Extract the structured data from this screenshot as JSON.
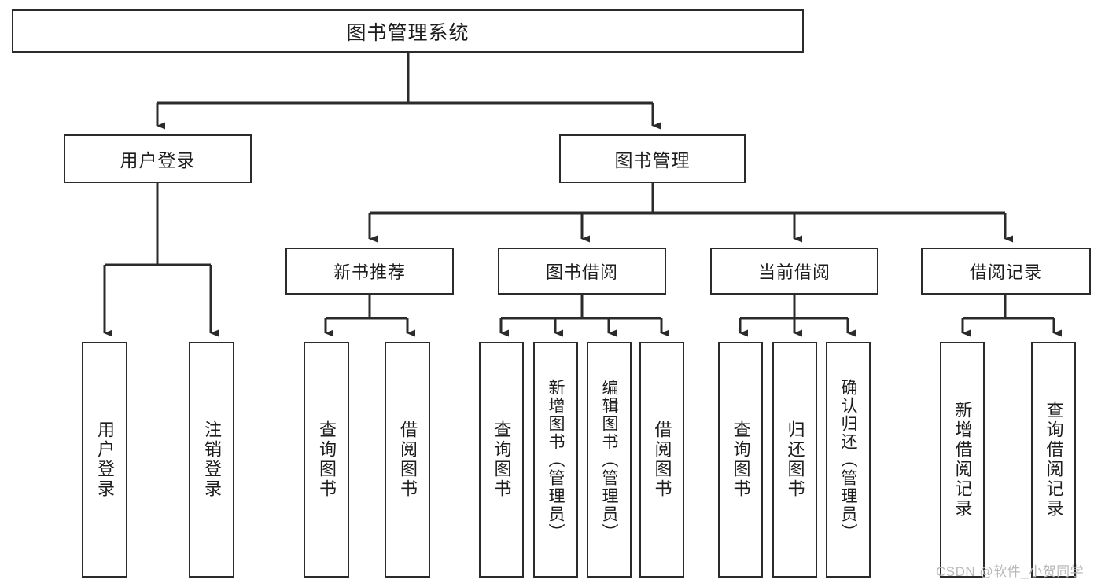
{
  "diagram": {
    "title": "图书管理系统",
    "type": "hierarchy-tree",
    "root": {
      "id": "root",
      "label": "图书管理系统"
    },
    "level2": [
      {
        "id": "user-login",
        "label": "用户登录"
      },
      {
        "id": "book-management",
        "label": "图书管理"
      }
    ],
    "level3": [
      {
        "id": "new-book-recommend",
        "label": "新书推荐",
        "parent": "book-management"
      },
      {
        "id": "book-borrow",
        "label": "图书借阅",
        "parent": "book-management"
      },
      {
        "id": "current-borrow",
        "label": "当前借阅",
        "parent": "book-management"
      },
      {
        "id": "borrow-record",
        "label": "借阅记录",
        "parent": "book-management"
      }
    ],
    "leaves": [
      {
        "id": "leaf-user-login",
        "label": "用户登录",
        "parent": "user-login"
      },
      {
        "id": "leaf-logout",
        "label": "注销登录",
        "parent": "user-login"
      },
      {
        "id": "leaf-query-book-1",
        "label": "查询图书",
        "parent": "new-book-recommend"
      },
      {
        "id": "leaf-borrow-book-1",
        "label": "借阅图书",
        "parent": "new-book-recommend"
      },
      {
        "id": "leaf-query-book-2",
        "label": "查询图书",
        "parent": "book-borrow"
      },
      {
        "id": "leaf-add-book",
        "label": "新增图书（管理员）",
        "parent": "book-borrow"
      },
      {
        "id": "leaf-edit-book",
        "label": "编辑图书（管理员）",
        "parent": "book-borrow"
      },
      {
        "id": "leaf-borrow-book-2",
        "label": "借阅图书",
        "parent": "book-borrow"
      },
      {
        "id": "leaf-query-book-3",
        "label": "查询图书",
        "parent": "current-borrow"
      },
      {
        "id": "leaf-return-book",
        "label": "归还图书",
        "parent": "current-borrow"
      },
      {
        "id": "leaf-confirm-return",
        "label": "确认归还（管理员）",
        "parent": "current-borrow"
      },
      {
        "id": "leaf-add-record",
        "label": "新增借阅记录",
        "parent": "borrow-record"
      },
      {
        "id": "leaf-query-record",
        "label": "查询借阅记录",
        "parent": "borrow-record"
      }
    ],
    "colors": {
      "stroke": "#2b2b2b",
      "background": "#ffffff",
      "text": "#1d1d1d",
      "watermark": "#b9b9b9"
    }
  },
  "watermark": {
    "text": "CSDN @软件_小贺同学"
  }
}
